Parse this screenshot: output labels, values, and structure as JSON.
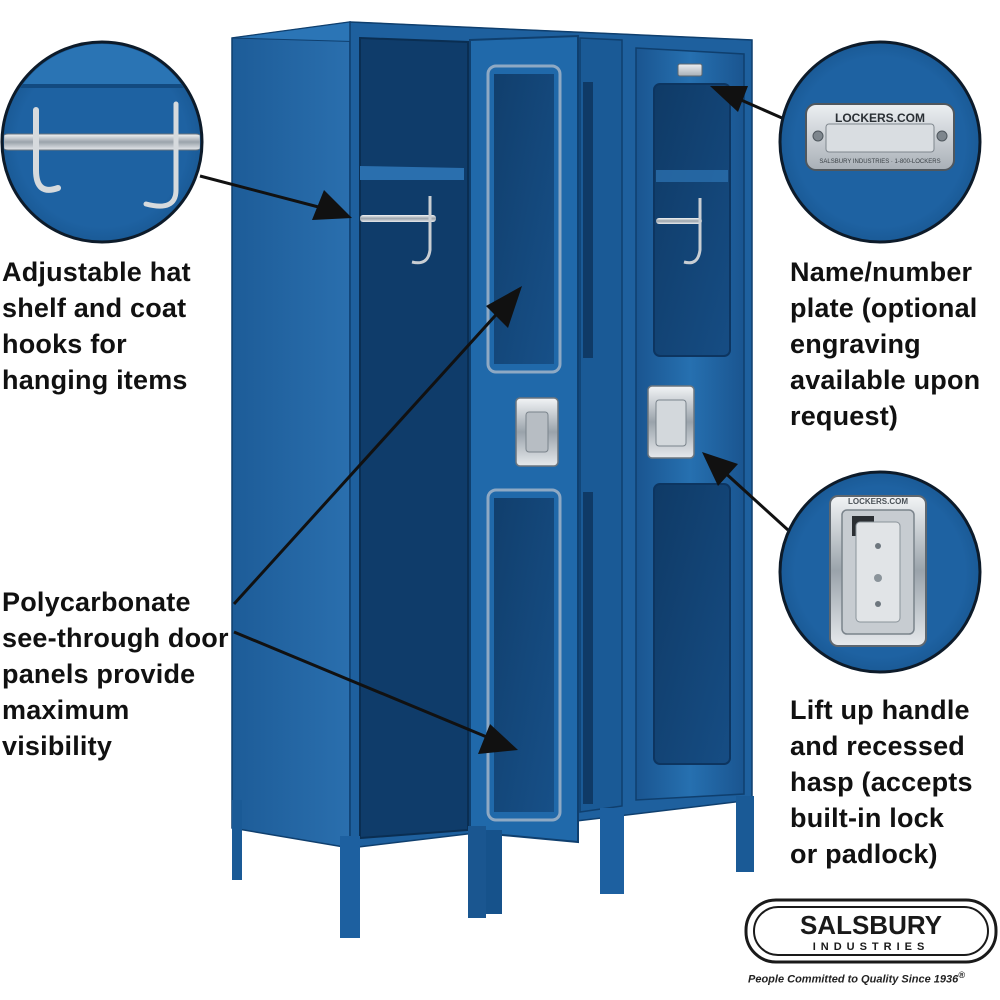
{
  "colors": {
    "locker_blue": "#1f5e9a",
    "locker_dark": "#134576",
    "locker_light": "#2f78b8",
    "callout_ring": "#0d1b2a",
    "text": "#111111"
  },
  "callouts": {
    "hat_shelf": {
      "lines": [
        "Adjustable hat",
        "shelf and coat",
        "hooks for",
        "hanging items"
      ],
      "icon": "coat-hook-icon"
    },
    "polycarbonate": {
      "lines": [
        "Polycarbonate",
        "see-through door",
        "panels provide",
        "maximum",
        "visibility"
      ]
    },
    "name_plate": {
      "lines": [
        "Name/number",
        "plate (optional",
        "engraving",
        "available upon",
        "request)"
      ],
      "plate_text": "LOCKERS.COM",
      "plate_subtext": "SALSBURY INDUSTRIES · 1-800-LOCKERS"
    },
    "handle": {
      "lines": [
        "Lift up handle",
        "and recessed",
        "hasp (accepts",
        "built-in lock",
        "or padlock)"
      ],
      "handle_text": "LOCKERS.COM"
    }
  },
  "brand": {
    "name": "SALSBURY",
    "sub": "INDUSTRIES",
    "tagline": "People Committed to Quality Since 1936",
    "tagline_mark": "®"
  }
}
